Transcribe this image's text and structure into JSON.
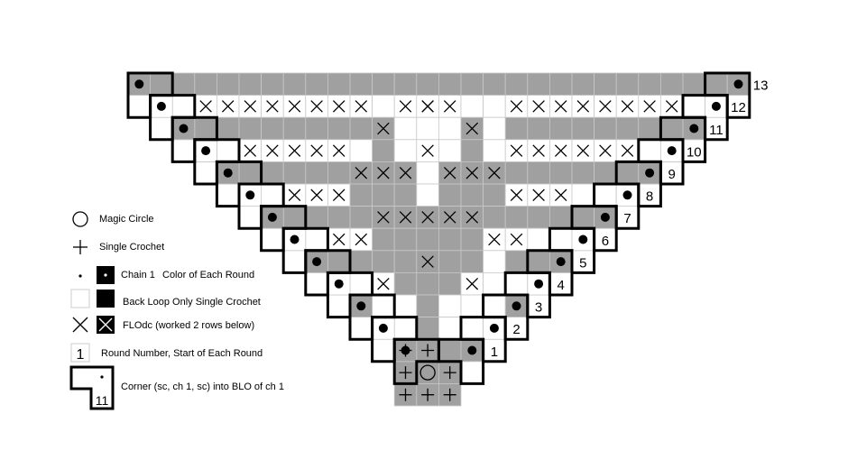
{
  "chart": {
    "description_none": "",
    "rounds": [
      {
        "round": "1",
        "label": "1"
      },
      {
        "round": "2",
        "label": "2"
      },
      {
        "round": "3",
        "label": "3"
      },
      {
        "round": "4",
        "label": "4"
      },
      {
        "round": "5",
        "label": "5"
      },
      {
        "round": "6",
        "label": "6"
      },
      {
        "round": "7",
        "label": "7"
      },
      {
        "round": "8",
        "label": "8"
      },
      {
        "round": "9",
        "label": "9"
      },
      {
        "round": "10",
        "label": "10"
      },
      {
        "round": "11",
        "label": "11"
      },
      {
        "round": "12",
        "label": "12"
      },
      {
        "round": "13",
        "label": "13"
      }
    ],
    "colors": {
      "grey": "#a0a0a0",
      "white": "#ffffff",
      "ink": "#000000",
      "grid": "#c8c8c8"
    }
  },
  "legend": {
    "magic_circle": "Magic Circle",
    "single_crochet": "Single Crochet",
    "chain_1": "Chain 1",
    "color_each_round": "Color of Each Round",
    "blo_sc": "Back Loop Only Single Crochet",
    "flodc": "FLOdc (worked 2 rows below)",
    "round_number_example": "1",
    "round_number": "Round Number, Start of Each Round",
    "corner": "Corner (sc, ch 1, sc) into BLO of ch 1",
    "corner_example": "11"
  }
}
